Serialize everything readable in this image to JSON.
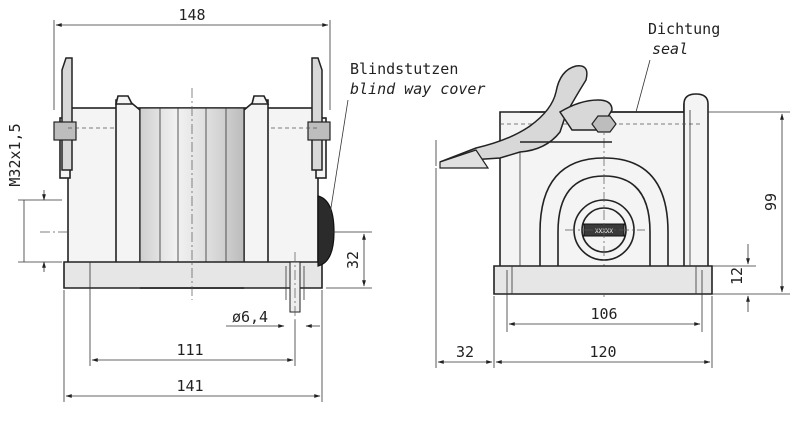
{
  "drawing": {
    "front_view": {
      "dim_width_top": "148",
      "dim_thread": "M32x1,5",
      "dim_height_right": "32",
      "dim_hole": "ø6,4",
      "dim_hole_spacing": "111",
      "dim_base_width": "141"
    },
    "side_view": {
      "dim_height": "99",
      "dim_base_height": "12",
      "dim_inner_width": "106",
      "dim_offset": "32",
      "dim_total_width": "120"
    },
    "labels": {
      "blind_cover_de": "Blindstutzen",
      "blind_cover_en": "blind way cover",
      "seal_de": "Dichtung",
      "seal_en": "seal"
    },
    "cable_entry_marking": "XXXXX"
  }
}
